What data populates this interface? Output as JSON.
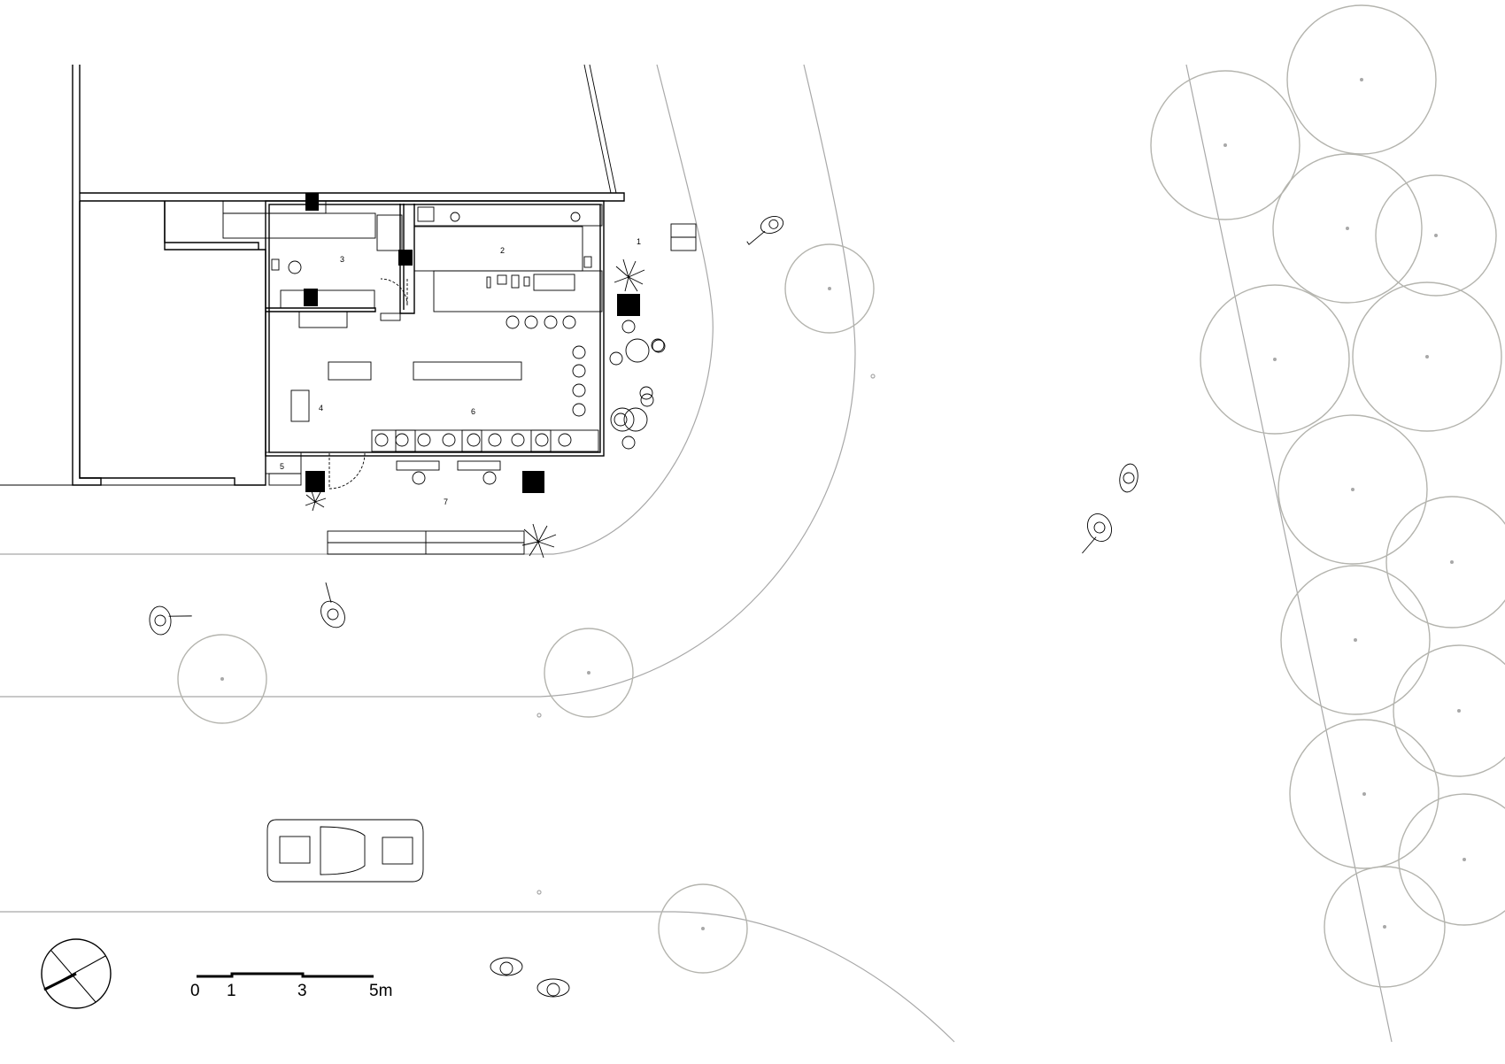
{
  "plan": {
    "room_labels": [
      "1",
      "2",
      "3",
      "4",
      "5",
      "6",
      "7"
    ],
    "scale_bar": {
      "ticks": [
        "0",
        "1",
        "3",
        "5m"
      ]
    },
    "icons": [
      "north-arrow-icon",
      "tree-icon",
      "person-icon",
      "car-icon",
      "plant-icon",
      "column-icon",
      "table-icon",
      "stool-icon"
    ]
  }
}
